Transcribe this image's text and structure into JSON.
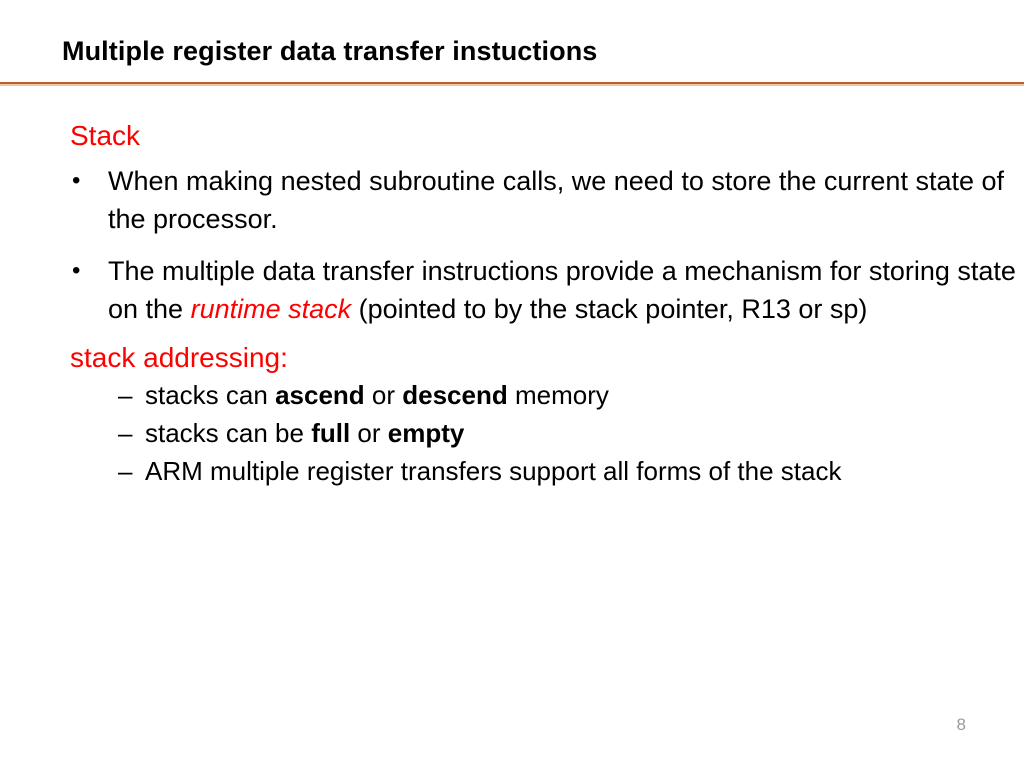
{
  "slide": {
    "title": "Multiple register data transfer instuctions",
    "page_number": "8",
    "colors": {
      "accent_red": "#ff0000",
      "rule_main": "#bf5b31",
      "rule_sub": "#e8c9a8",
      "page_number": "#9a9a9a",
      "text": "#000000",
      "background": "#ffffff"
    }
  },
  "content": {
    "section_heading": "Stack",
    "bullets": [
      {
        "marker": "•",
        "text": "When making nested subroutine calls, we need to store the current state of the processor."
      },
      {
        "marker": "•",
        "text_before": "The multiple data transfer instructions provide a mechanism for storing state on the ",
        "emphasis": "runtime stack",
        "text_after": " (pointed to by the stack pointer, R13 or sp)"
      }
    ],
    "sub_heading": "stack addressing:",
    "sub_bullets": [
      {
        "marker": "–",
        "part1": "stacks can ",
        "bold1": "ascend",
        "part2": " or ",
        "bold2": "descend",
        "part3": " memory"
      },
      {
        "marker": "–",
        "part1": "stacks can be ",
        "bold1": "full",
        "part2": " or ",
        "bold2": "empty",
        "part3": ""
      },
      {
        "marker": "–",
        "part1": "ARM multiple register transfers support all forms of the stack",
        "bold1": "",
        "part2": "",
        "bold2": "",
        "part3": ""
      }
    ]
  }
}
